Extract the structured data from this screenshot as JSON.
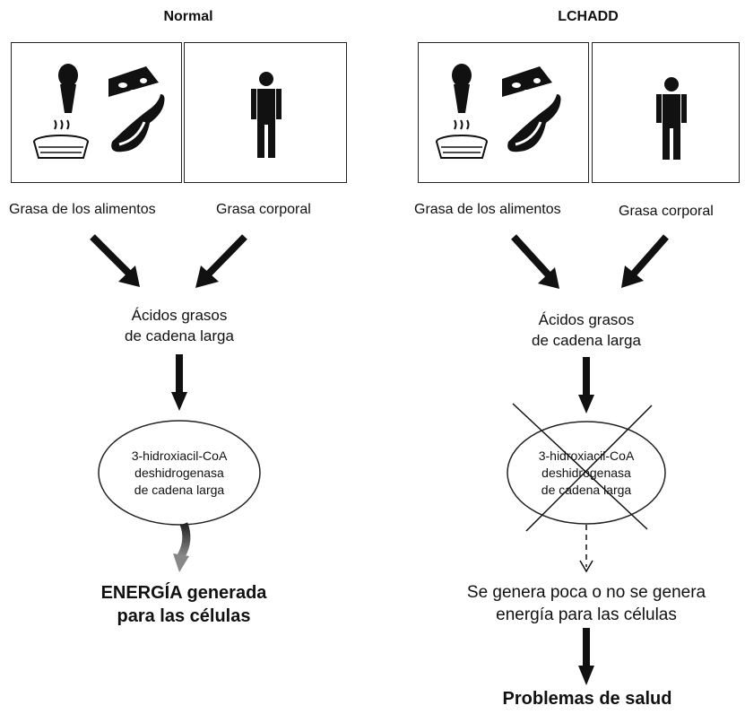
{
  "left": {
    "heading": "Normal",
    "food_label": "Grasa de los alimentos",
    "body_label": "Grasa corporal",
    "fatty_acids": [
      "Ácidos grasos",
      "de cadena larga"
    ],
    "enzyme": [
      "3-hidroxiacil-CoA",
      "deshidrogenasa",
      "de cadena larga"
    ],
    "result": [
      "ENERGÍA generada",
      "para las células"
    ]
  },
  "right": {
    "heading": "LCHADD",
    "food_label": "Grasa de los alimentos",
    "body_label": "Grasa corporal",
    "fatty_acids": [
      "Ácidos grasos",
      "de cadena larga"
    ],
    "enzyme": [
      "3-hidroxiacil-CoA",
      "deshidrogenasa",
      "de cadena larga"
    ],
    "result": [
      "Se genera poca o no se genera",
      "energía para las células"
    ],
    "outcome": "Problemas de salud"
  },
  "icons": [
    "ice-cream-cone-icon",
    "cheese-icon",
    "pie-icon",
    "meat-icon",
    "person-icon",
    "cross-out-mark"
  ]
}
